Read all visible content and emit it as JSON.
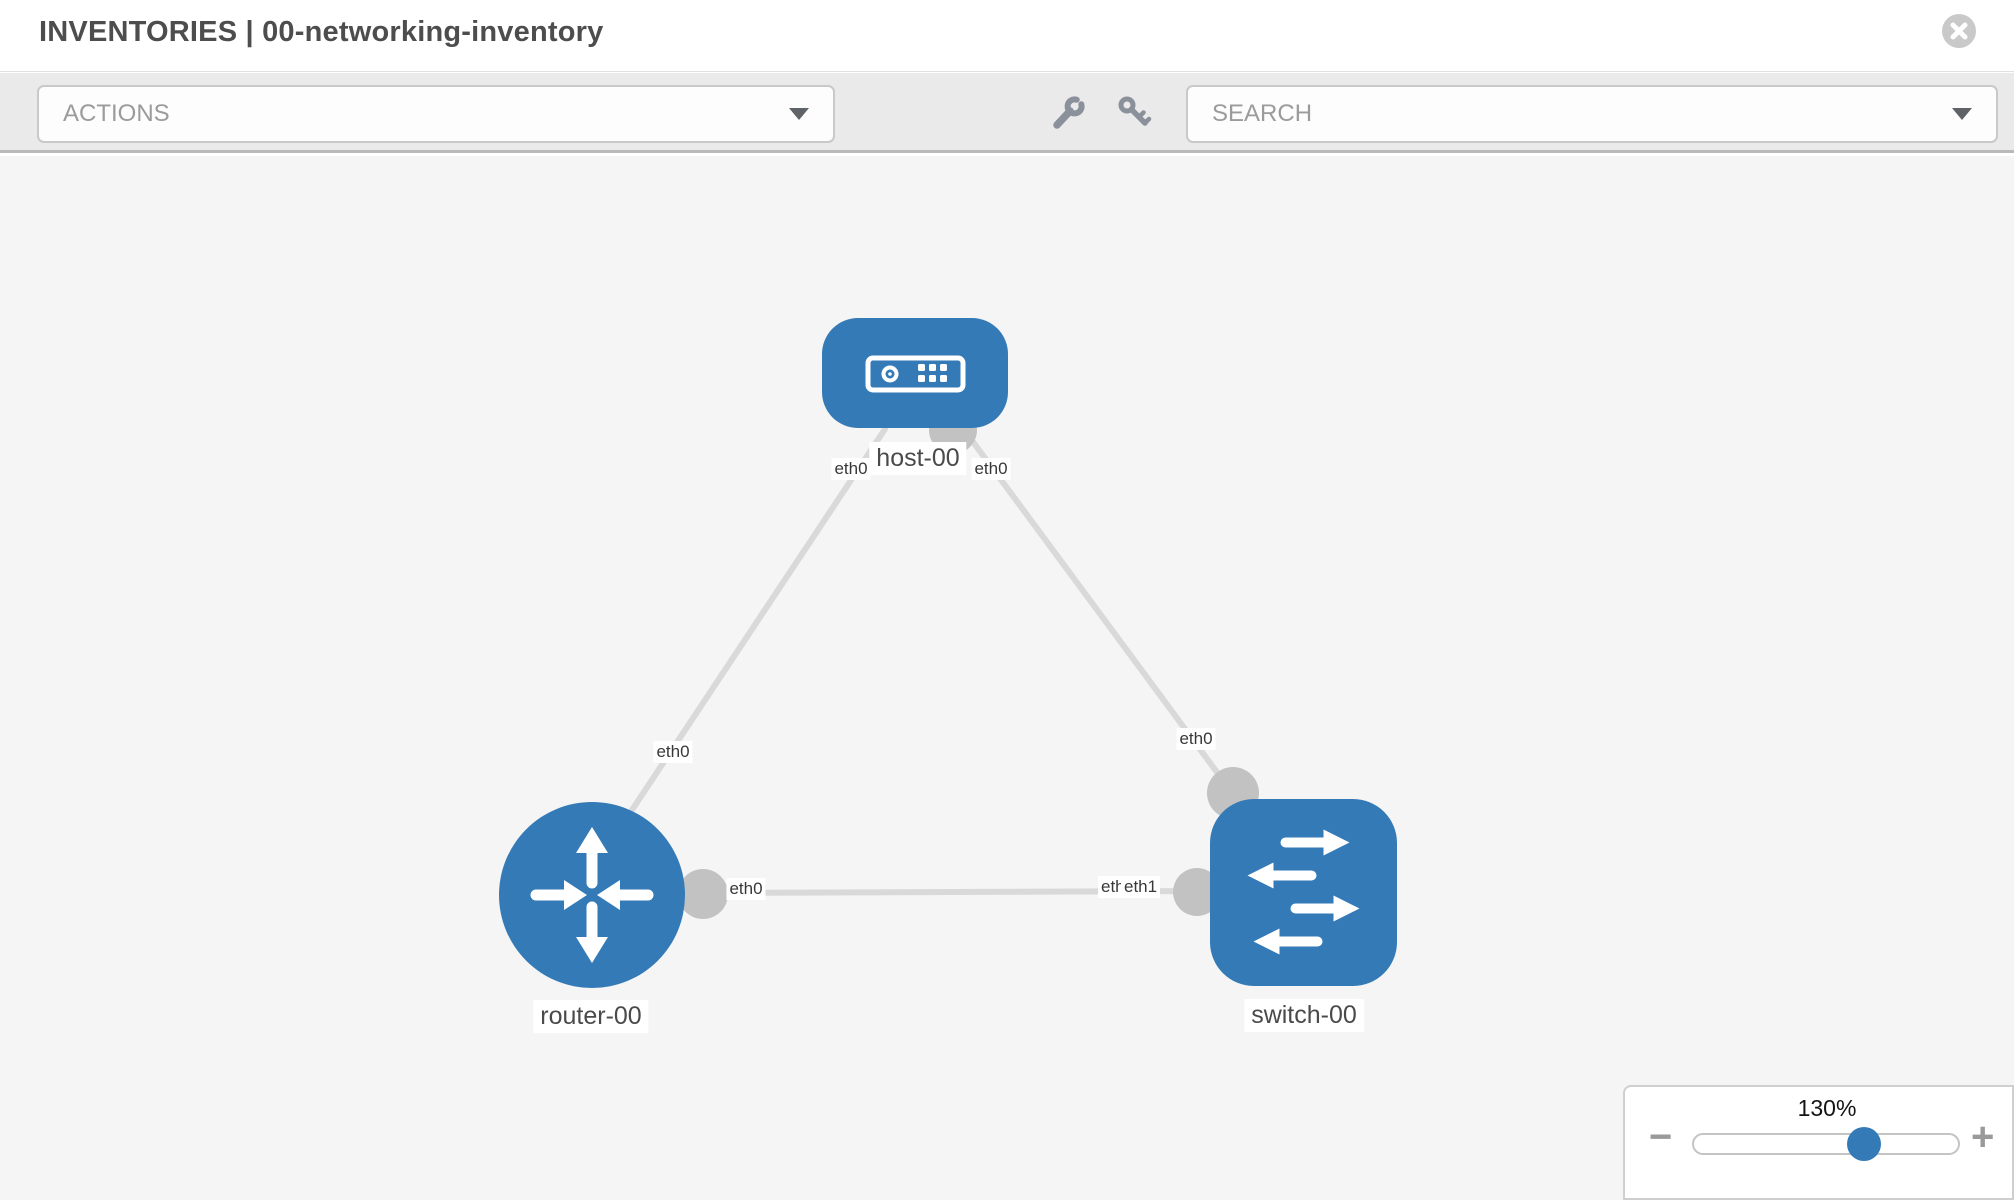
{
  "header": {
    "title": "INVENTORIES | 00-networking-inventory"
  },
  "toolbar": {
    "actions_label": "ACTIONS",
    "search_label": "SEARCH",
    "icons": [
      "wrench-icon",
      "key-icon"
    ]
  },
  "topology": {
    "nodes": [
      {
        "name": "host-00",
        "type": "host"
      },
      {
        "name": "router-00",
        "type": "router"
      },
      {
        "name": "switch-00",
        "type": "switch"
      }
    ],
    "links": [
      {
        "source": "host-00",
        "source_interface": "eth0",
        "target": "router-00",
        "target_interface": "eth0"
      },
      {
        "source": "host-00",
        "source_interface": "eth0",
        "target": "switch-00",
        "target_interface": "eth0"
      },
      {
        "source": "router-00",
        "source_interface": "eth0",
        "target": "switch-00",
        "target_interface": "eth1",
        "target_interface_overlapped": "eth0"
      }
    ]
  },
  "zoom_control": {
    "level_label": "130%",
    "level_percent": 130,
    "minus_label": "−",
    "plus_label": "+",
    "slider_position_percent": 64
  },
  "colors": {
    "node_blue": "#337ab7",
    "link_gray": "#d9d9d9",
    "connector_gray": "#c2c2c2",
    "toolbar_bg": "#eaeaea",
    "canvas_bg": "#f5f5f5",
    "title_text": "#4d4d4d"
  }
}
